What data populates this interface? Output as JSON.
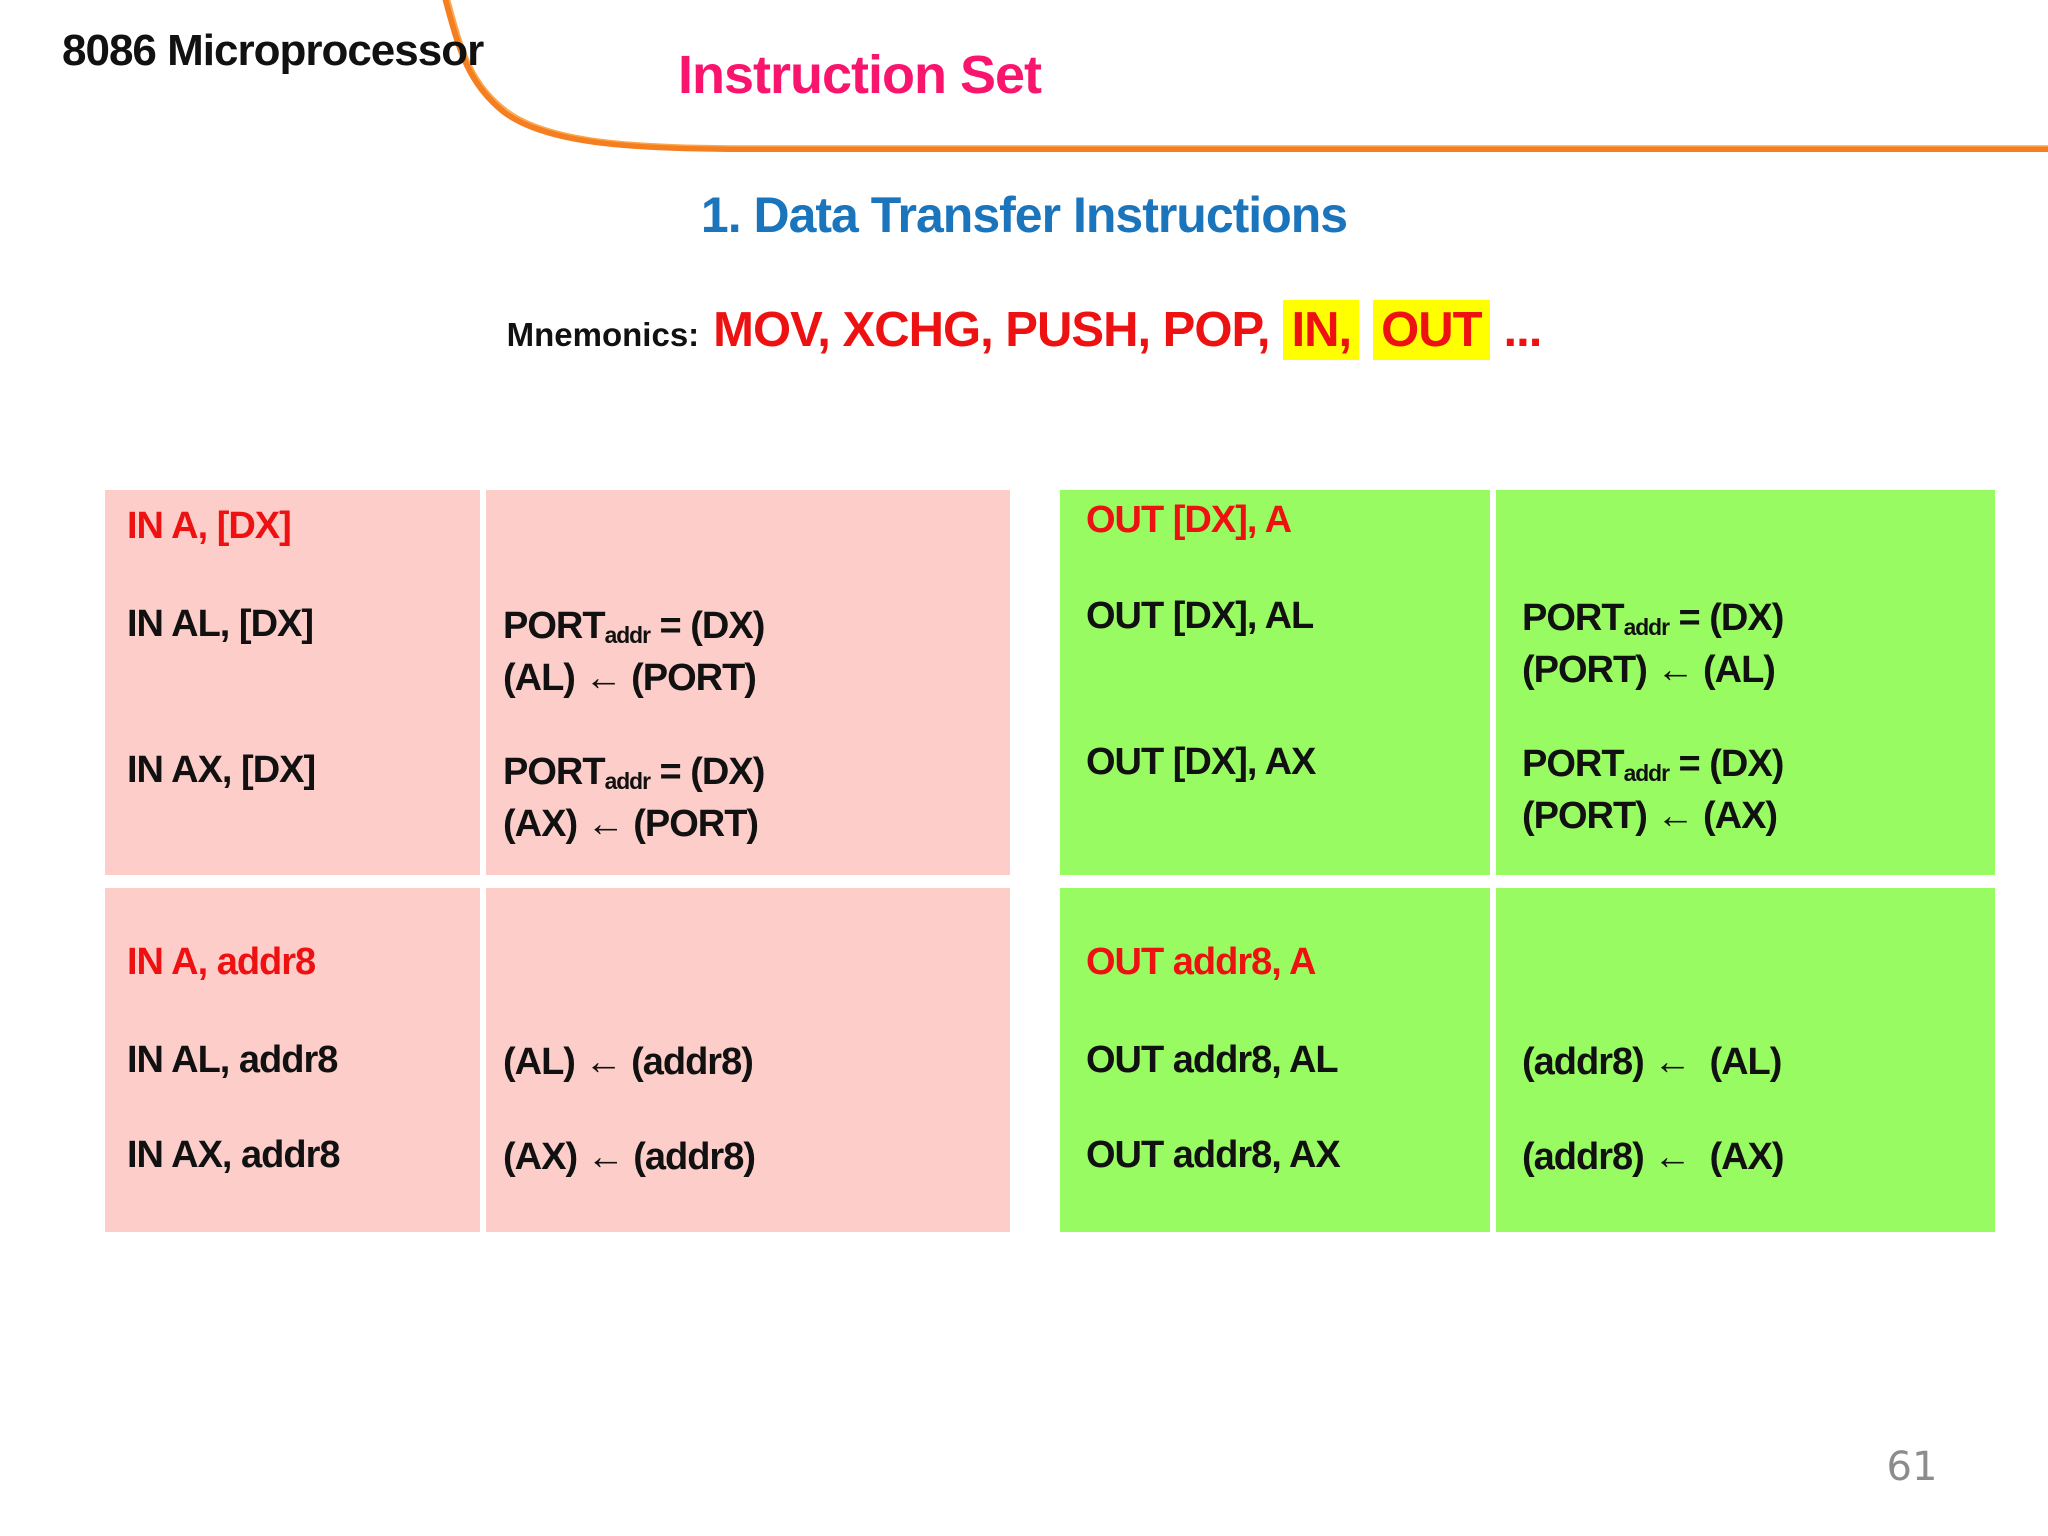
{
  "header": {
    "app_title": "8086 Microprocessor",
    "slide_title": "Instruction Set"
  },
  "section": {
    "heading": "1. Data Transfer Instructions",
    "mnemonics_label": "Mnemonics:",
    "mnemonics_plain": "MOV, XCHG, PUSH, POP,",
    "mnemonics_highlight1": "IN,",
    "mnemonics_highlight2": "OUT",
    "mnemonics_ellipsis": "..."
  },
  "tables": {
    "in_dx": {
      "header": "IN A, [DX]",
      "rows": [
        {
          "instr": "IN AL, [DX]",
          "f1_base": "PORT",
          "f1_sub": "addr",
          "f1_rest": " = (DX)",
          "f2": "(AL) ← (PORT)"
        },
        {
          "instr": "IN AX, [DX]",
          "f1_base": "PORT",
          "f1_sub": "addr",
          "f1_rest": " = (DX)",
          "f2": "(AX) ← (PORT)"
        }
      ]
    },
    "in_addr8": {
      "header": "IN A, addr8",
      "rows": [
        {
          "instr": "IN AL, addr8",
          "f2": "(AL) ← (addr8)"
        },
        {
          "instr": "IN AX, addr8",
          "f2": "(AX) ← (addr8)"
        }
      ]
    },
    "out_dx": {
      "header": "OUT [DX], A",
      "rows": [
        {
          "instr": "OUT [DX], AL",
          "f1_base": "PORT",
          "f1_sub": "addr",
          "f1_rest": " = (DX)",
          "f2": "(PORT) ← (AL)"
        },
        {
          "instr": "OUT [DX], AX",
          "f1_base": "PORT",
          "f1_sub": "addr",
          "f1_rest": " = (DX)",
          "f2": "(PORT) ← (AX)"
        }
      ]
    },
    "out_addr8": {
      "header": "OUT addr8, A",
      "rows": [
        {
          "instr": "OUT addr8, AL",
          "f2": "(addr8) ←  (AL)"
        },
        {
          "instr": "OUT addr8, AX",
          "f2": "(addr8) ←  (AX)"
        }
      ]
    }
  },
  "footer": {
    "page_number": "61"
  },
  "colors": {
    "pink_bg": "#FCCDC9",
    "green_bg": "#99FB62",
    "title_pink": "#F9156D",
    "heading_blue": "#1B75BC",
    "text_red": "#EE1111",
    "highlight_yellow": "#FFFF00",
    "orange_line": "#F47E20",
    "page_number_gray": "#8C8C8C"
  }
}
